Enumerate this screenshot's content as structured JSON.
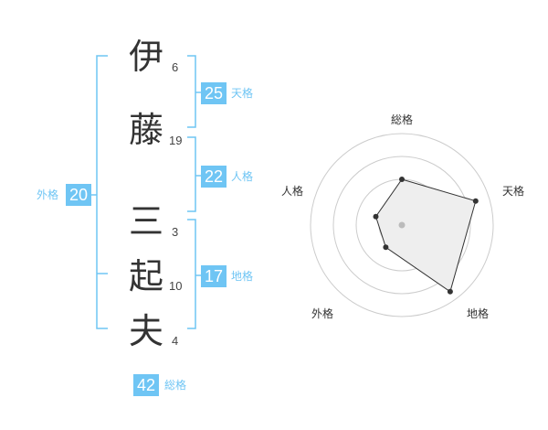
{
  "name_chars": [
    {
      "char": "伊",
      "strokes": "6"
    },
    {
      "char": "藤",
      "strokes": "19"
    },
    {
      "char": "三",
      "strokes": "3"
    },
    {
      "char": "起",
      "strokes": "10"
    },
    {
      "char": "夫",
      "strokes": "4"
    }
  ],
  "fortunes": {
    "tenkaku": {
      "value": "25",
      "label": "天格"
    },
    "jinkaku": {
      "value": "22",
      "label": "人格"
    },
    "chikaku": {
      "value": "17",
      "label": "地格"
    },
    "gaikaku": {
      "value": "20",
      "label": "外格"
    },
    "soukaku": {
      "value": "42",
      "label": "総格"
    }
  },
  "colors": {
    "accent": "#6fc5f4",
    "text": "#333333",
    "grid": "#cccccc",
    "fill": "#eeeeee"
  },
  "chart_data": {
    "type": "radar",
    "axes": [
      "総格",
      "天格",
      "地格",
      "外格",
      "人格"
    ],
    "values": [
      0.5,
      0.85,
      0.9,
      0.3,
      0.3
    ],
    "max": 1,
    "rings": 4
  }
}
